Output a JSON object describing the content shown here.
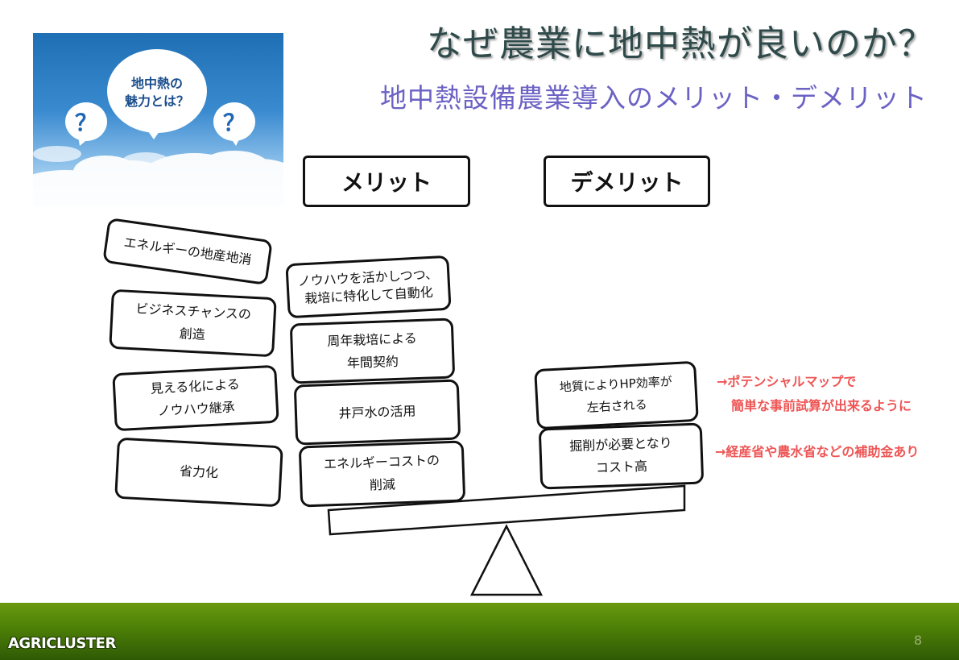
{
  "slide": {
    "title": "なぜ農業に地中熱が良いのか？",
    "subtitle": "地中熱設備農業導入のメリット・デメリット",
    "page_number": "8"
  },
  "image": {
    "bubble_text_line1": "地中熱の",
    "bubble_text_line2": "魅力とは？",
    "question_mark": "？"
  },
  "headers": {
    "merit": "メリット",
    "demerit": "デメリット"
  },
  "merit_items": [
    {
      "line1": "エネルギーの地産地消",
      "line2": ""
    },
    {
      "line1": "ビジネスチャンスの",
      "line2": "創造"
    },
    {
      "line1": "見える化による",
      "line2": "ノウハウ継承"
    },
    {
      "line1": "省力化",
      "line2": ""
    },
    {
      "line1": "ノウハウを活かしつつ、",
      "line2": "栽培に特化して自動化"
    },
    {
      "line1": "周年栽培による",
      "line2": "年間契約"
    },
    {
      "line1": "井戸水の活用",
      "line2": ""
    },
    {
      "line1": "エネルギーコストの",
      "line2": "削減"
    }
  ],
  "demerit_items": [
    {
      "line1": "地質によりHP効率が",
      "line2": "左右される"
    },
    {
      "line1": "掘削が必要となり",
      "line2": "コスト高"
    }
  ],
  "notes": {
    "note1_line1": "→ポテンシャルマップで",
    "note1_line2": "簡単な事前試算が出来るように",
    "note2": "→経産省や農水省などの補助金あり"
  },
  "footer": {
    "brand": "AGRICLUSTER"
  },
  "colors": {
    "title": "#2f4a4a",
    "subtitle": "#6b62c4",
    "note": "#ee5555",
    "footer": "#4f8207"
  }
}
